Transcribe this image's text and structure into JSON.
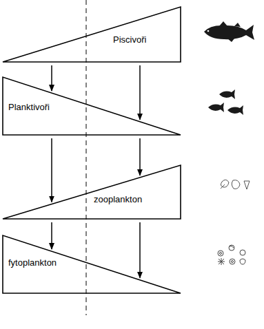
{
  "diagram": {
    "nodes": [
      {
        "text": [
          "Piscivoři"
        ]
      },
      {
        "text": [
          "Planktivoři"
        ]
      },
      {
        "text": [
          "zooplankton"
        ]
      },
      {
        "text": [
          "fytoplankton"
        ]
      }
    ],
    "edges": [
      {
        "from": 0,
        "to": 1,
        "arrow": "to"
      },
      {
        "from": 0,
        "to": 1,
        "arrow": "to"
      },
      {
        "from": 1,
        "to": 2,
        "arrow": "to"
      },
      {
        "from": 1,
        "to": 2,
        "arrow": "to"
      },
      {
        "from": 2,
        "to": 3,
        "arrow": "to"
      },
      {
        "from": 2,
        "to": 3,
        "arrow": "to"
      }
    ]
  }
}
